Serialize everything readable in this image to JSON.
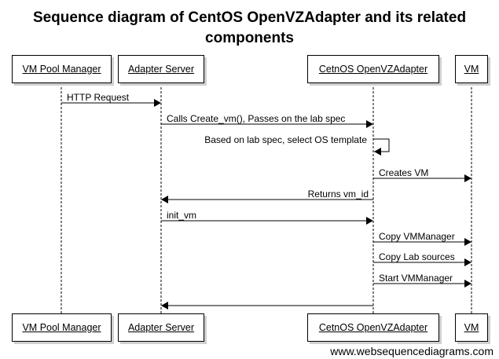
{
  "title": {
    "line1": "Sequence diagram of CentOS OpenVZAdapter and its related",
    "line2": "components"
  },
  "participants": [
    {
      "id": "vmpool",
      "label": "VM Pool Manager"
    },
    {
      "id": "adapter",
      "label": "Adapter Server"
    },
    {
      "id": "openvz",
      "label": "CetnOS OpenVZAdapter"
    },
    {
      "id": "vm",
      "label": "VM"
    }
  ],
  "messages": [
    {
      "from": "vmpool",
      "to": "adapter",
      "label": "HTTP Request"
    },
    {
      "from": "adapter",
      "to": "openvz",
      "label": "Calls Create_vm(), Passes on the lab spec"
    },
    {
      "from": "openvz",
      "to": "openvz",
      "label": "Based on lab spec, select OS template"
    },
    {
      "from": "openvz",
      "to": "vm",
      "label": "Creates VM"
    },
    {
      "from": "openvz",
      "to": "adapter",
      "label": "Returns vm_id"
    },
    {
      "from": "adapter",
      "to": "openvz",
      "label": "init_vm"
    },
    {
      "from": "openvz",
      "to": "vm",
      "label": "Copy VMManager"
    },
    {
      "from": "openvz",
      "to": "vm",
      "label": "Copy Lab sources"
    },
    {
      "from": "openvz",
      "to": "vm",
      "label": "Start VMManager"
    },
    {
      "from": "openvz",
      "to": "adapter",
      "label": ""
    }
  ],
  "watermark": "www.websequencediagrams.com"
}
